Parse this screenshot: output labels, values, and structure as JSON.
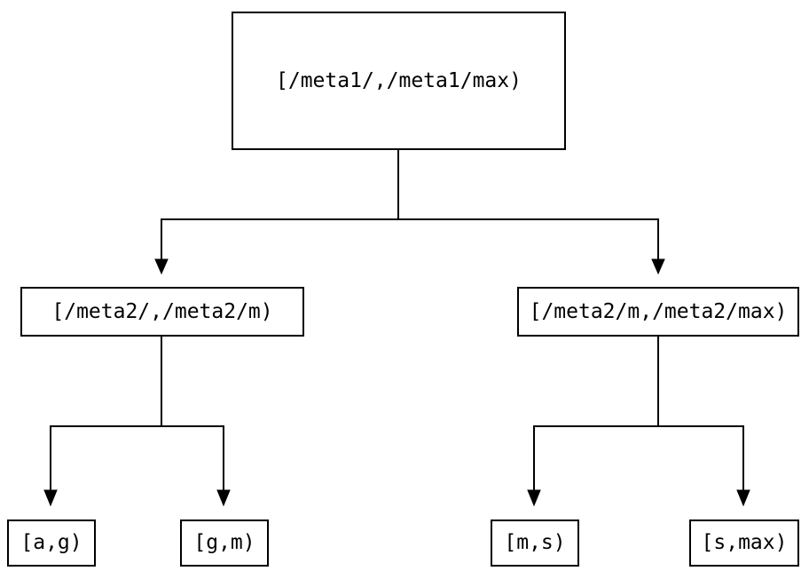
{
  "diagram": {
    "type": "tree",
    "background_color": "#ffffff",
    "line_color": "#000000",
    "box_border_color": "#000000",
    "text_color": "#000000",
    "nodes": {
      "root": {
        "label": "[/meta1/,/meta1/max)"
      },
      "meta2_left": {
        "label": "[/meta2/,/meta2/m)"
      },
      "meta2_right": {
        "label": "[/meta2/m,/meta2/max)"
      },
      "leaf_ag": {
        "label": "[a,g)"
      },
      "leaf_gm": {
        "label": "[g,m)"
      },
      "leaf_ms": {
        "label": "[m,s)"
      },
      "leaf_smax": {
        "label": "[s,max)"
      }
    },
    "edges": [
      {
        "from": "root",
        "to": "meta2_left"
      },
      {
        "from": "root",
        "to": "meta2_right"
      },
      {
        "from": "meta2_left",
        "to": "leaf_ag"
      },
      {
        "from": "meta2_left",
        "to": "leaf_gm"
      },
      {
        "from": "meta2_right",
        "to": "leaf_ms"
      },
      {
        "from": "meta2_right",
        "to": "leaf_smax"
      }
    ]
  }
}
